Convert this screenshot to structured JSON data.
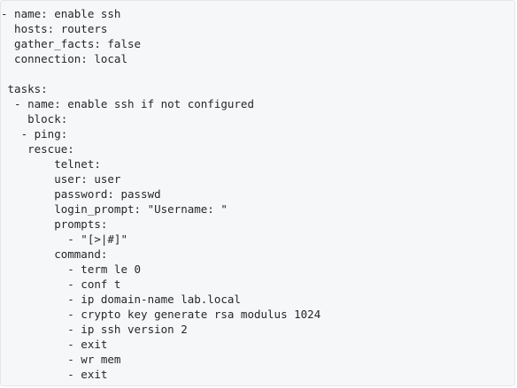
{
  "code": {
    "language": "yaml",
    "lines": [
      "- name: enable ssh",
      "  hosts: routers",
      "  gather_facts: false",
      "  connection: local",
      "",
      " tasks:",
      "  - name: enable ssh if not configured",
      "    block:",
      "   - ping:",
      "    rescue:",
      "        telnet:",
      "        user: user",
      "        password: passwd",
      "        login_prompt: \"Username: \"",
      "        prompts:",
      "          - \"[>|#]\"",
      "        command:",
      "          - term le 0",
      "          - conf t",
      "          - ip domain-name lab.local",
      "          - crypto key generate rsa modulus 1024",
      "          - ip ssh version 2",
      "          - exit",
      "          - wr mem",
      "          - exit"
    ]
  }
}
